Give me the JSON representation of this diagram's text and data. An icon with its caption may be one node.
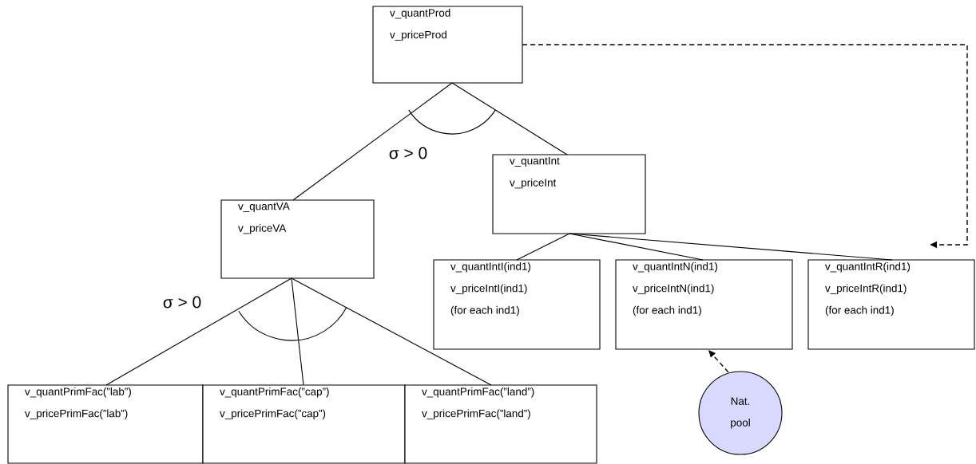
{
  "diagram": {
    "nodes": [
      {
        "text": [
          "v_quantProd",
          "v_priceProd"
        ]
      },
      {
        "text": [
          "v_quantVA",
          "v_priceVA"
        ]
      },
      {
        "text": [
          "v_quantInt",
          "v_priceInt"
        ]
      },
      {
        "text": [
          "v_quantIntI(ind1)",
          "v_priceIntI(ind1)",
          "(for each ind1)"
        ]
      },
      {
        "text": [
          "v_quantIntN(ind1)",
          "v_priceIntN(ind1)",
          "(for each ind1)"
        ]
      },
      {
        "text": [
          "v_quantIntR(ind1)",
          "v_priceIntR(ind1)",
          "(for each ind1)"
        ]
      },
      {
        "text": [
          "v_quantPrimFac(”lab”)",
          "v_pricePrimFac(”lab”)"
        ]
      },
      {
        "text": [
          "v_quantPrimFac(”cap”)",
          "v_pricePrimFac(”cap”)"
        ]
      },
      {
        "text": [
          "v_quantPrimFac(”land”)",
          "v_pricePrimFac(”land”)"
        ]
      },
      {
        "text": [
          "Nat. pool"
        ]
      }
    ],
    "edges": [
      {
        "from": 0,
        "to": 1,
        "arrow": "none"
      },
      {
        "from": 0,
        "to": 2,
        "arrow": "none"
      },
      {
        "from": 2,
        "to": 3,
        "arrow": "none"
      },
      {
        "from": 2,
        "to": 4,
        "arrow": "none"
      },
      {
        "from": 2,
        "to": 5,
        "arrow": "none"
      },
      {
        "from": 1,
        "to": 6,
        "arrow": "none"
      },
      {
        "from": 1,
        "to": 7,
        "arrow": "none"
      },
      {
        "from": 1,
        "to": 8,
        "arrow": "none"
      },
      {
        "from": 0,
        "to": 5,
        "arrow": "to",
        "style": "dashed"
      },
      {
        "from": 9,
        "to": 4,
        "arrow": "to",
        "style": "dashed"
      }
    ],
    "labels": [
      "σ > 0",
      "σ > 0"
    ]
  }
}
